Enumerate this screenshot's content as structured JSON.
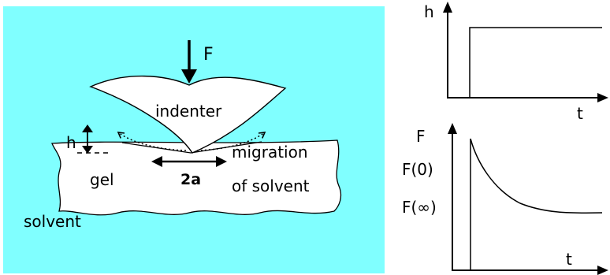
{
  "colors": {
    "solvent_bath": "#80ffff",
    "gel": "#ffffff",
    "stroke": "#000000"
  },
  "schematic": {
    "force_label": "F",
    "indenter_label": "indenter",
    "depth_label": "h",
    "gel_label": "gel",
    "contact_label": "2a",
    "migration_line1": "migration",
    "migration_line2": "of solvent",
    "solvent_label": "solvent"
  },
  "plots": {
    "top": {
      "ylabel": "h",
      "xlabel": "t",
      "shape": "step"
    },
    "bottom": {
      "ylabel": "F",
      "xlabel": "t",
      "f0_label": "F(0)",
      "finf_label": "F(∞)",
      "shape": "relaxation"
    }
  }
}
